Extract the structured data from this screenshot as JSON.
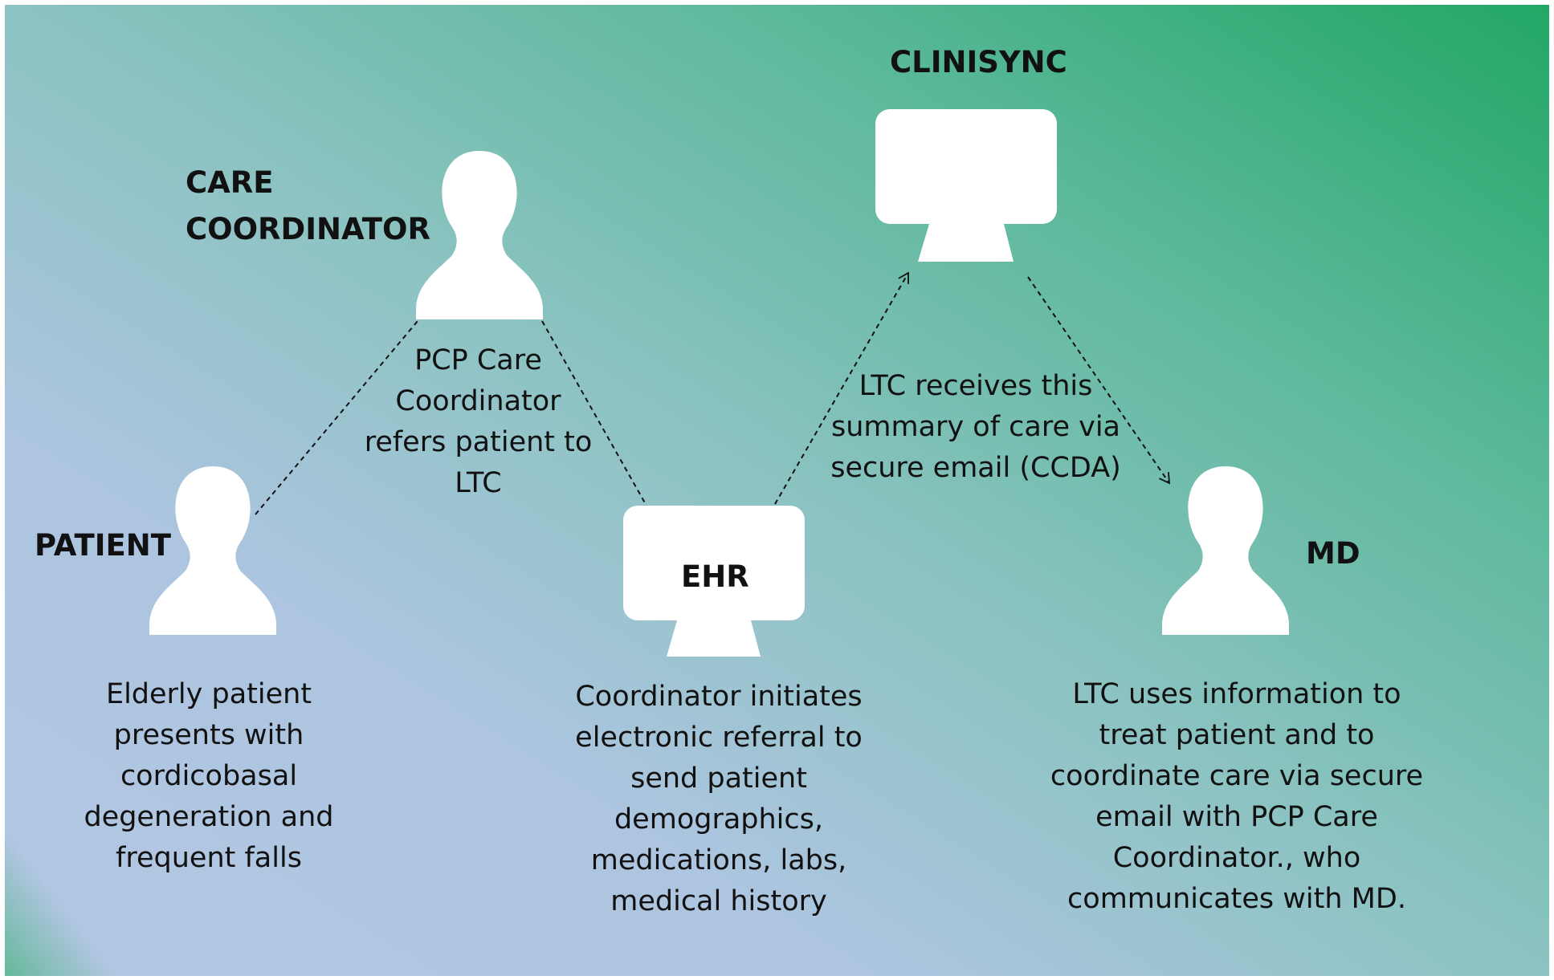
{
  "colors": {
    "gradient_light": "#b2c6e2",
    "gradient_mid": "#8cc3c2",
    "gradient_dark": "#27a866",
    "icon_fill": "#ffffff",
    "text": "#111111"
  },
  "nodes": {
    "patient": {
      "title": "PATIENT",
      "icon": "person-icon"
    },
    "care_coordinator": {
      "title_line1": "CARE",
      "title_line2": "COORDINATOR",
      "icon": "person-icon"
    },
    "ehr": {
      "title": "EHR",
      "icon": "monitor-icon"
    },
    "clinisync": {
      "title": "CLINISYNC",
      "icon": "monitor-icon"
    },
    "md": {
      "title": "MD",
      "icon": "person-icon"
    }
  },
  "descriptions": {
    "patient": [
      "Elderly patient",
      "presents with",
      "cordicobasal",
      "degeneration and",
      "frequent falls"
    ],
    "referral": [
      "PCP Care",
      "Coordinator",
      "refers patient to",
      "LTC"
    ],
    "ehr": [
      "Coordinator initiates",
      "electronic referral to",
      "send patient",
      "demographics,",
      "medications, labs,",
      "medical history"
    ],
    "clinisync": [
      "LTC receives this",
      "summary of care via",
      "secure email (CCDA)"
    ],
    "md": [
      "LTC uses information to",
      "treat patient and to",
      "coordinate care via secure",
      "email with PCP Care",
      "Coordinator., who",
      "communicates with MD."
    ]
  }
}
